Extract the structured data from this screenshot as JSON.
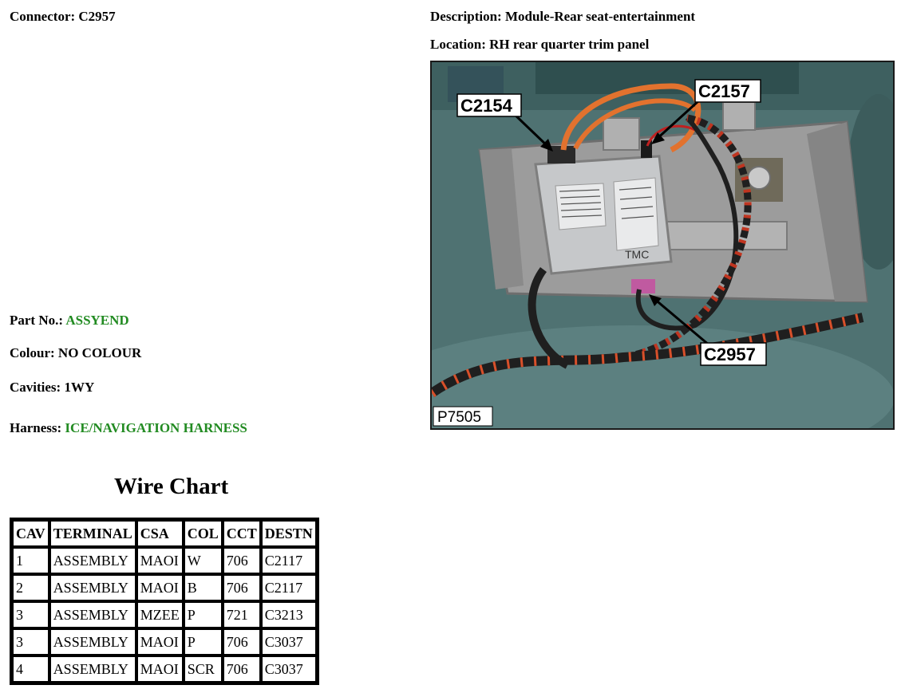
{
  "connector": {
    "label": "Connector:",
    "value": "C2957"
  },
  "description": {
    "label": "Description:",
    "value": "Module-Rear seat-entertainment"
  },
  "location": {
    "label": "Location:",
    "value": "RH rear quarter trim panel"
  },
  "part_no": {
    "label": "Part No.:",
    "value": "ASSYEND"
  },
  "colour": {
    "label": "Colour:",
    "value": "NO COLOUR"
  },
  "cavities": {
    "label": "Cavities:",
    "value": "1WY"
  },
  "harness": {
    "label": "Harness:",
    "value": "ICE/NAVIGATION HARNESS"
  },
  "photo": {
    "callouts": {
      "c2154": "C2154",
      "c2157": "C2157",
      "c2957": "C2957"
    },
    "module_text": "TMC",
    "figure_id": "P7505",
    "colors": {
      "trim": "#4f7272",
      "bracket": "#9c9c9c",
      "module": "#c6c8ca",
      "wire_orange": "#e2722e"
    }
  },
  "wire_chart": {
    "title": "Wire Chart",
    "headers": [
      "CAV",
      "TERMINAL",
      "CSA",
      "COL",
      "CCT",
      "DESTN"
    ],
    "rows": [
      [
        "1",
        "ASSEMBLY",
        "MAOI",
        "W",
        "706",
        "C2117"
      ],
      [
        "2",
        "ASSEMBLY",
        "MAOI",
        "B",
        "706",
        "C2117"
      ],
      [
        "3",
        "ASSEMBLY",
        "MZEE",
        "P",
        "721",
        "C3213"
      ],
      [
        "3",
        "ASSEMBLY",
        "MAOI",
        "P",
        "706",
        "C3037"
      ],
      [
        "4",
        "ASSEMBLY",
        "MAOI",
        "SCR",
        "706",
        "C3037"
      ]
    ]
  }
}
